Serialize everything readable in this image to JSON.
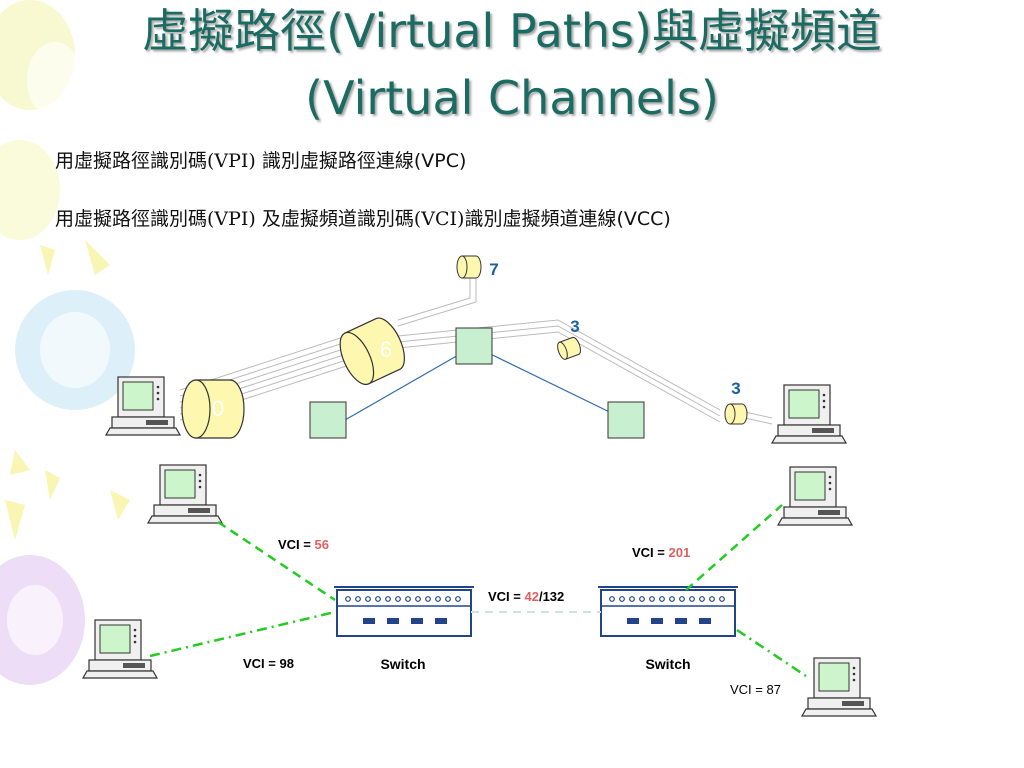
{
  "title": {
    "line1": "虛擬路徑(Virtual Paths)與虛擬頻道",
    "line2": "(Virtual Channels)"
  },
  "bullets": [
    {
      "prefix": "用虛擬路徑識別碼(VPI) 識別虛擬路徑連線",
      "suffix": "(VPC)"
    },
    {
      "prefix": "用虛擬路徑識別碼(VPI) 及虛擬頻道識別碼(VCI)識別虛擬頻道連線",
      "suffix": "(VCC)"
    }
  ],
  "vp_labels": {
    "large_left": "0",
    "large_mid": "6",
    "top": "7",
    "mid": "3",
    "right": "3"
  },
  "vci_labels": {
    "prefix": "VCI = ",
    "left_top_value": "56",
    "left_bottom": "VCI = 98",
    "center_red": "42",
    "center_rest": "/132",
    "right_top_value": "201",
    "right_bottom": "VCI = 87"
  },
  "switch_labels": {
    "left": "Switch",
    "right": "Switch"
  },
  "colors": {
    "title": "#1b6b62",
    "vp_label": "#1a5f9e",
    "vci_red": "#e06060",
    "dashed_green": "#22cc22",
    "node_fill": "#c8f0d0",
    "cylinder_fill": "#fdf7b0",
    "link_blue": "#2e6db0"
  }
}
